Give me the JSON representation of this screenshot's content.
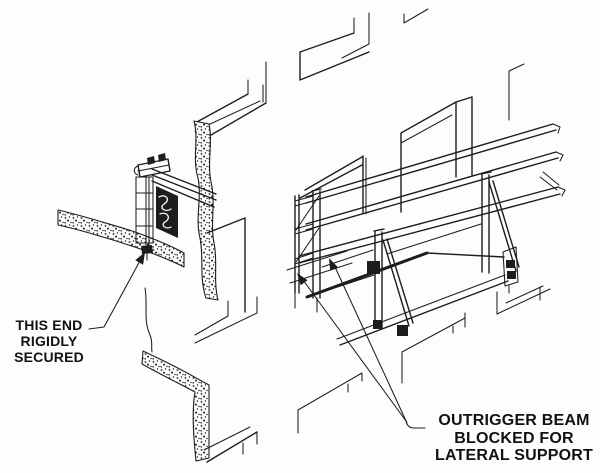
{
  "diagram": {
    "title_hint": "outrigger-beam-anchorage-illustration",
    "ink_color": "#1d1d1d",
    "paper_color": "#fdfdfc",
    "labels": {
      "anchor": {
        "lines": [
          "THIS END",
          "RIGIDLY",
          "SECURED"
        ]
      },
      "outrigger": {
        "lines": [
          "OUTRIGGER BEAM",
          "BLOCKED FOR",
          "LATERAL SUPPORT"
        ]
      }
    }
  }
}
